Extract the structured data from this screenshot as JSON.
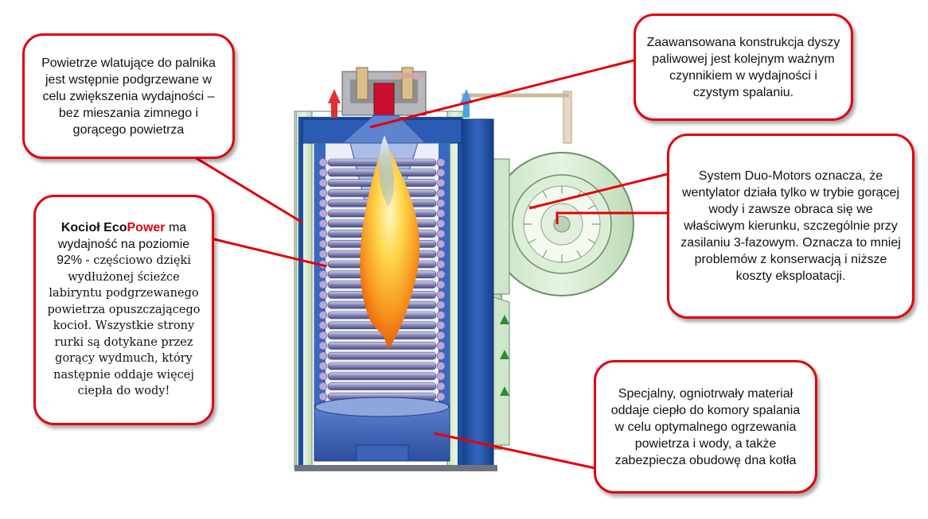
{
  "callouts": {
    "preheat": "Powietrze wlatujące do palnika jest wstępnie podgrzewane w celu zwiększenia wydajności – bez mieszania zimnego i gorącego powietrza",
    "nozzle": "Zaawansowana konstrukcja dyszy paliwowej jest kolejnym ważnym czynnikiem w wydajności i czystym spalaniu.",
    "duo_motors": "System Duo-Motors oznacza, że wentylator działa tylko w trybie gorącej wody i zawsze obraca się we właściwym kierunku, szczególnie przy zasilaniu 3-fazowym. Oznacza to mniej problemów z konserwacją i niższe koszty eksploatacji.",
    "refractory": "Specjalny, ogniotrwały materiał oddaje ciepło do komory spalania w celu optymalnego ogrzewania powietrza i wody, a także zabezpiecza obudowę dna kotła",
    "ecopower": {
      "brand_prefix": "Kocioł Eco",
      "brand_power": "Power",
      "efficiency": " ma wydajność na poziomie 92% - ",
      "details": "częściowo dzięki wydłużonej ścieżce labiryntu podgrzewanego powietrza opuszczającego kocioł. Wszystkie strony rurki są dotykane przez gorący wydmuch, który następnie oddaje więcej ciepła do wody!"
    }
  },
  "colors": {
    "callout_border": "#e3000b",
    "leader_line": "#e3000b",
    "shell_blue": "#1e4fa0",
    "casing_green": "#d7ecd3",
    "flame_orange": "#f7931e",
    "flame_yellow": "#ffd54a",
    "pipe_purple": "#8b8bb8"
  }
}
